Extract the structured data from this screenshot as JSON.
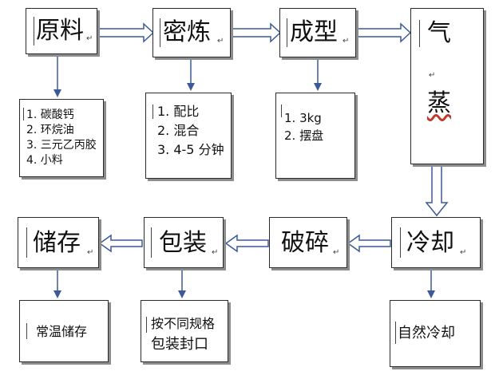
{
  "steps": {
    "s1": "原料",
    "s2": "密炼",
    "s3": "成型",
    "s4a": "气",
    "s4b": "蒸",
    "s5": "冷却",
    "s6": "破碎",
    "s7": "包装",
    "s8": "储存"
  },
  "details": {
    "d1": [
      "1. 碳酸钙",
      "2. 环烷油",
      "3. 三元乙丙胶",
      "4. 小料"
    ],
    "d2": [
      "1. 配比",
      "2. 混合",
      "3. 4-5 分钟"
    ],
    "d3": [
      "1. 3kg",
      "2. 摆盘"
    ],
    "d5": "自然冷却",
    "d7": [
      "按不同规格",
      "包装封口"
    ],
    "d8": "常温储存"
  },
  "colors": {
    "arrow_fill": "#ffffff",
    "arrow_stroke": "#3c5a99",
    "connector": "#3c5a99",
    "box_border": "#2b2b2b",
    "box_shadow": "#8c8c8c"
  },
  "editor_mark": "↵"
}
